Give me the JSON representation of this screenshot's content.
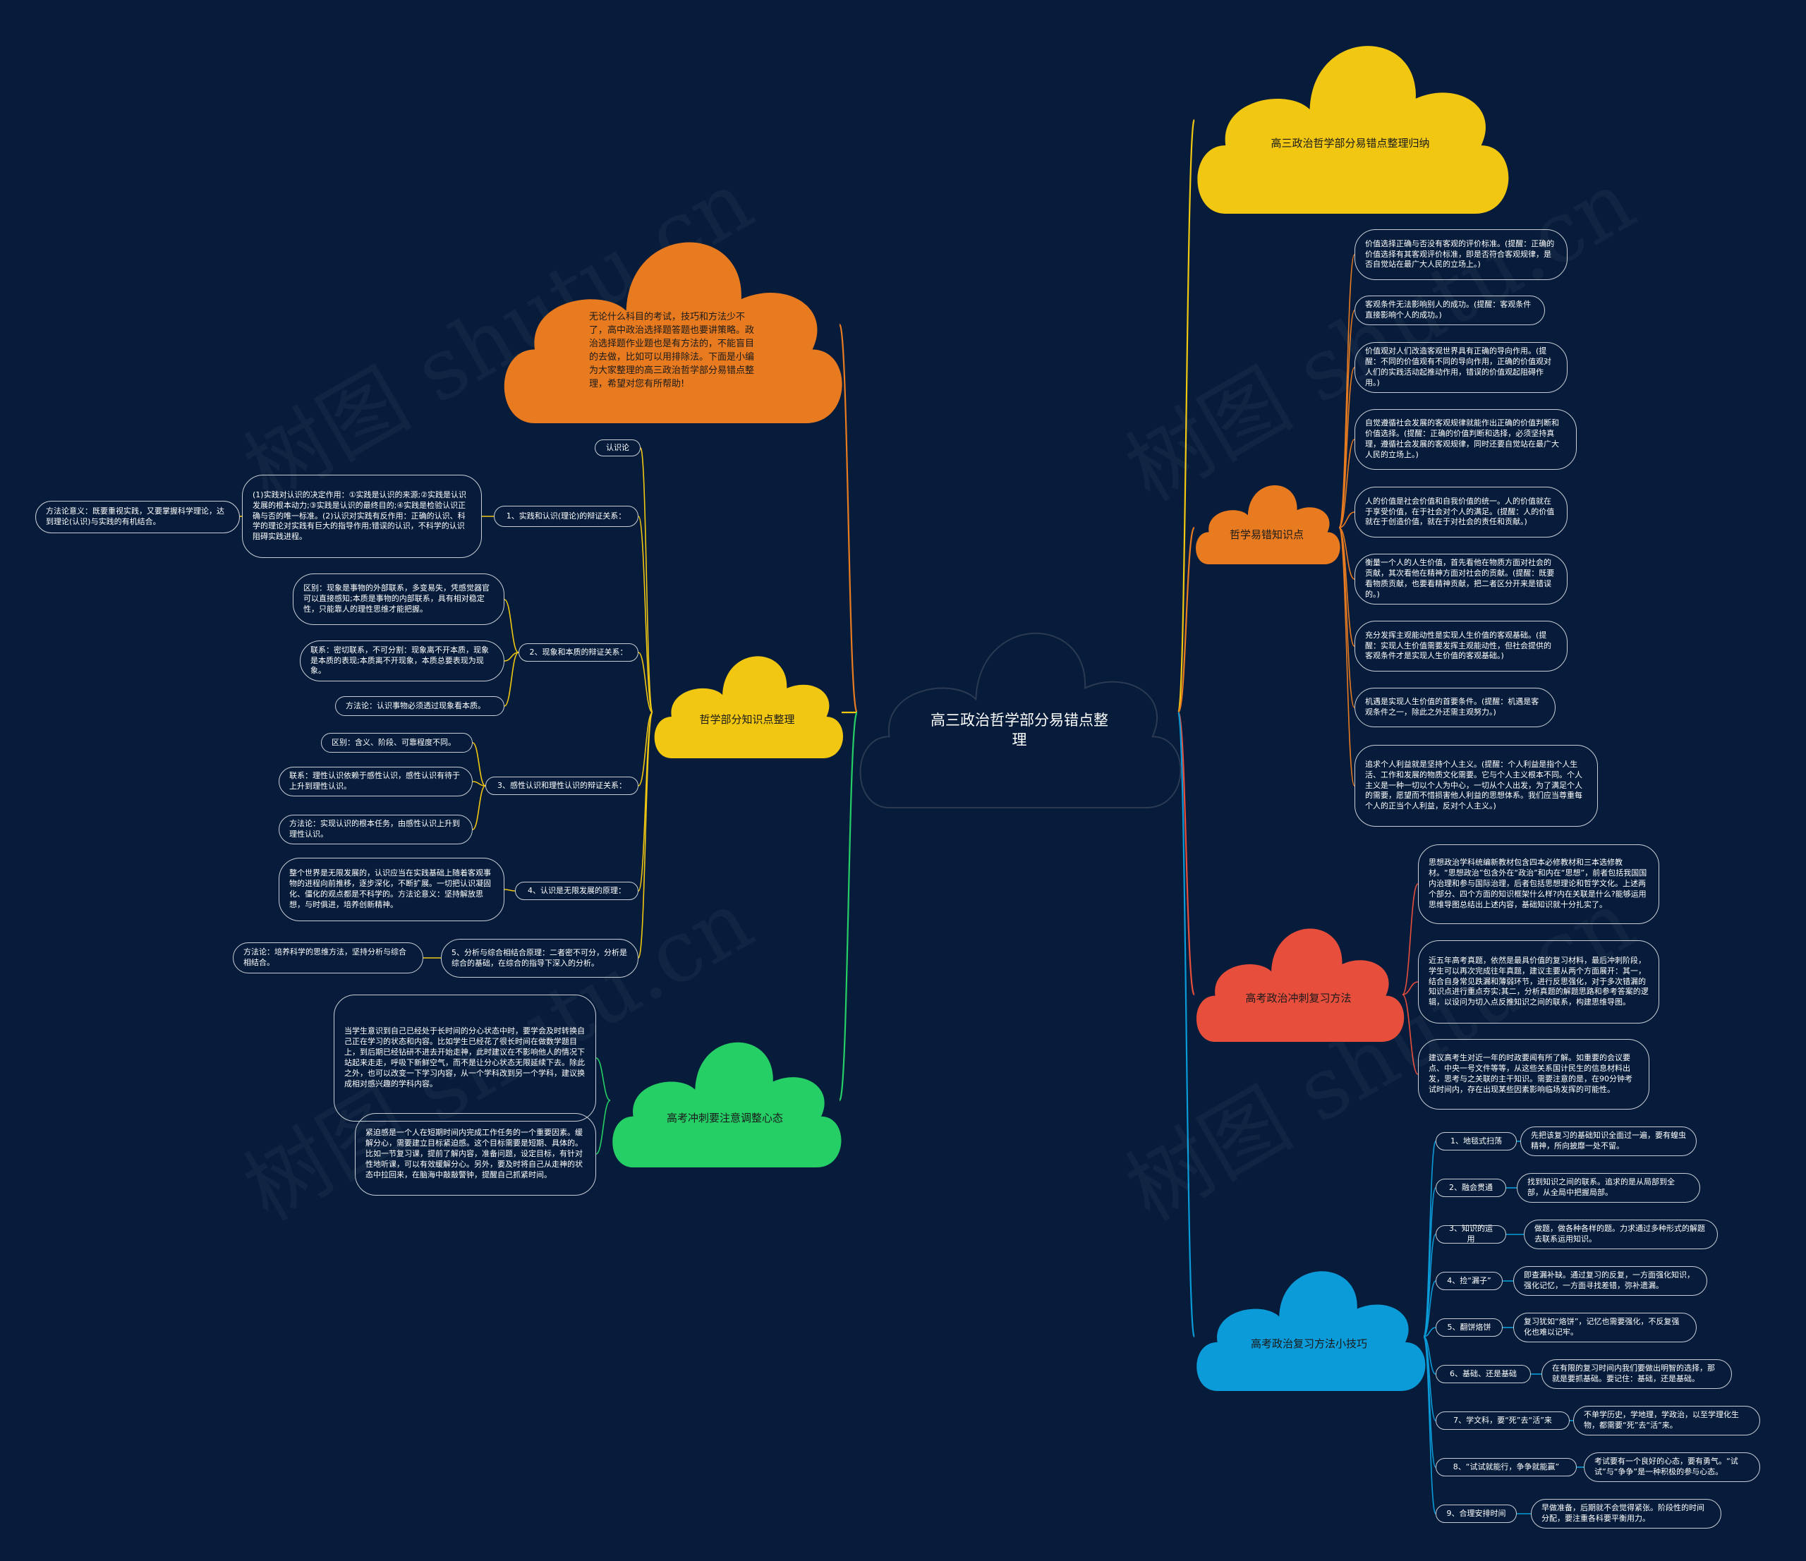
{
  "watermark": "树图 shutu.cn",
  "center": {
    "title": "高三政治哲学部分易错点整理"
  },
  "branches": {
    "intro": "无论什么科目的考试，技巧和方法少不了，高中政治选择题答题也要讲策略。政治选择题作业题也是有方法的，不能盲目的去做，比如可以用排除法。下面是小编为大家整理的高三政治哲学部分易错点整理，希望对您有所帮助!",
    "philosophy": {
      "title": "哲学部分知识点整理",
      "theory_label": "认识论",
      "items": [
        {
          "label": "1、实践和认识(理论)的辩证关系：",
          "details": [
            "(1)实践对认识的决定作用：①实践是认识的来源;②实践是认识发展的根本动力;③实践是认识的最终目的;④实践是检验认识正确与否的唯一标准。(2)认识对实践有反作用：正确的认识、科学的理论对实践有巨大的指导作用;错误的认识，不科学的认识阻碍实践进程。"
          ],
          "method": "方法论意义：既要重视实践，又要掌握科学理论，达到理论(认识)与实践的有机结合。"
        },
        {
          "label": "2、现象和本质的辩证关系：",
          "details": [
            "区别：现象是事物的外部联系，多变易失，凭感觉器官可以直接感知;本质是事物的内部联系，具有相对稳定性，只能靠人的理性思维才能把握。",
            "联系：密切联系，不可分割：现象离不开本质，现象是本质的表现;本质离不开现象，本质总要表现为现象。",
            "方法论：认识事物必须透过现象看本质。"
          ]
        },
        {
          "label": "3、感性认识和理性认识的辩证关系：",
          "details": [
            "区别：含义、阶段、可靠程度不同。",
            "联系：理性认识依赖于感性认识，感性认识有待于上升到理性认识。",
            "方法论：实现认识的根本任务，由感性认识上升到理性认识。"
          ]
        },
        {
          "label": "4、认识是无限发展的原理：",
          "details": [
            "整个世界是无限发展的，认识应当在实践基础上随着客观事物的进程向前推移，逐步深化，不断扩展。一切把认识凝固化、僵化的观点都是不科学的。方法论意义：坚持解放思想，与时俱进，培养创新精神。"
          ]
        },
        {
          "label": "5、分析与综合相结合原理：二者密不可分，分析是综合的基础，在综合的指导下深入的分析。",
          "method": "方法论：培养科学的思维方法，坚持分析与综合相结合。"
        }
      ]
    },
    "mindset": {
      "title": "高考冲刺要注意调整心态",
      "items": [
        "当学生意识到自己已经处于长时间的分心状态中时，要学会及时转换自己正在学习的状态和内容。比如学生已经花了很长时间在做数学题目上，到后期已经钻研不进去开始走神，此时建议在不影响他人的情况下站起来走走，呼吸下新鲜空气，而不是让分心状态无限延续下去。除此之外，也可以改变一下学习内容，从一个学科改到另一个学科，建议换成相对感兴趣的学科内容。",
        "紧迫感是一个人在短期时间内完成工作任务的一个重要因素。缓解分心，需要建立目标紧迫感。这个目标需要是短期、具体的。比如一节复习课，提前了解内容，准备问题，设定目标，有针对性地听课，可以有效缓解分心。另外，要及时将自己从走神的状态中拉回来，在脑海中敲敲警钟，提醒自己抓紧时间。"
      ]
    },
    "summary": {
      "title": "高三政治哲学部分易错点整理归纳"
    },
    "errors": {
      "title": "哲学易错知识点",
      "items": [
        "价值选择正确与否没有客观的评价标准。(提醒：正确的价值选择有其客观评价标准，即是否符合客观规律，是否自觉站在最广大人民的立场上。)",
        "客观条件无法影响别人的成功。(提醒：客观条件直接影响个人的成功。)",
        "价值观对人们改造客观世界具有正确的导向作用。(提醒：不同的价值观有不同的导向作用，正确的价值观对人们的实践活动起推动作用，错误的价值观起阻碍作用。)",
        "自觉遵循社会发展的客观规律就能作出正确的价值判断和价值选择。(提醒：正确的价值判断和选择，必须坚持真理，遵循社会发展的客观规律，同时还要自觉站在最广大人民的立场上。)",
        "人的价值是社会价值和自我价值的统一。人的价值就在于享受价值，在于社会对个人的满足。(提醒：人的价值就在于创造价值，就在于对社会的责任和贡献。)",
        "衡量一个人的人生价值，首先看他在物质方面对社会的贡献，其次看他在精神方面对社会的贡献。(提醒：既要看物质贡献，也要看精神贡献，把二者区分开来是错误的。)",
        "充分发挥主观能动性是实现人生价值的客观基础。(提醒：实现人生价值需要发挥主观能动性，但社会提供的客观条件才是实现人生价值的客观基础。)",
        "机遇是实现人生价值的首要条件。(提醒：机遇是客观条件之一，除此之外还需主观努力。)",
        "追求个人利益就是坚持个人主义。(提醒：个人利益是指个人生活、工作和发展的物质文化需要。它与个人主义根本不同。个人主义是一种一切以个人为中心，一切从个人出发，为了满足个人的需要，愿望而不惜损害他人利益的思想体系。我们应当尊重每个人的正当个人利益，反对个人主义。)"
      ]
    },
    "sprint": {
      "title": "高考政治冲刺复习方法",
      "items": [
        "思想政治学科统编新教材包含四本必修教材和三本选修教材。“思想政治”包含外在“政治”和内在“思想”，前者包括我国国内治理和参与国际治理，后者包括思想理论和哲学文化。上述两个部分、四个方面的知识框架什么样?内在关联是什么?能够运用思维导图总结出上述内容，基础知识就十分扎实了。",
        "近五年高考真题，依然是最具价值的复习材料，最后冲刺阶段，学生可以再次完成往年真题，建议主要从两个方面展开：其一，结合自身常见跌漏和薄弱环节，进行反思强化，对于多次错漏的知识点进行重点夯实;其二，分析真题的解题思路和参考答案的逻辑，以设问为切入点反推知识之间的联系，构建思维导图。",
        "建议高考生对近一年的时政要闻有所了解。如重要的会议要点、中央一号文件等等，从这些关系国计民生的信息材料出发，思考与之关联的主干知识。需要注意的是，在90分钟考试时间内，存在出现某些因素影响临场发挥的可能性。"
      ]
    },
    "tips": {
      "title": "高考政治复习方法小技巧",
      "items": [
        {
          "label": "1、地毯式扫荡",
          "detail": "先把该复习的基础知识全面过一遍，要有蝗虫精神，所向披靡一处不留。"
        },
        {
          "label": "2、融会贯通",
          "detail": "找到知识之间的联系。追求的是从局部到全部，从全局中把握局部。"
        },
        {
          "label": "3、知识的运用",
          "detail": "做题，做各种各样的题。力求通过多种形式的解题去联系运用知识。"
        },
        {
          "label": "4、捡“漏子”",
          "detail": "即查漏补缺。通过复习的反复，一方面强化知识，强化记忆，一方面寻找差错，弥补遗漏。"
        },
        {
          "label": "5、翻饼烙饼",
          "detail": "复习犹如“烙饼”，记忆也需要强化，不反复强化也难以记牢。"
        },
        {
          "label": "6、基础、还是基础",
          "detail": "在有限的复习时间内我们要做出明智的选择，那就是要抓基础。要记住：基础，还是基础。"
        },
        {
          "label": "7、学文科，要“死”去“活”来",
          "detail": "不单学历史，学地理，学政治，以至学理化生物，都需要“死”去“活”来。"
        },
        {
          "label": "8、“试试就能行，争争就能赢”",
          "detail": "考试要有一个良好的心态，要有勇气。“试试”与“争争”是一种积极的参与心态。"
        },
        {
          "label": "9、合理安排时间",
          "detail": "早做准备，后期就不会觉得紧张。阶段性的时间分配，要注重各科要平衡用力。"
        }
      ]
    }
  },
  "colors": {
    "background": "#061c3a",
    "intro": "#e87b20",
    "philosophy": "#f1c712",
    "mindset": "#25cf66",
    "summary": "#f1c712",
    "errors": "#e87b20",
    "sprint": "#e84e3c",
    "tips": "#0a9bd8"
  }
}
